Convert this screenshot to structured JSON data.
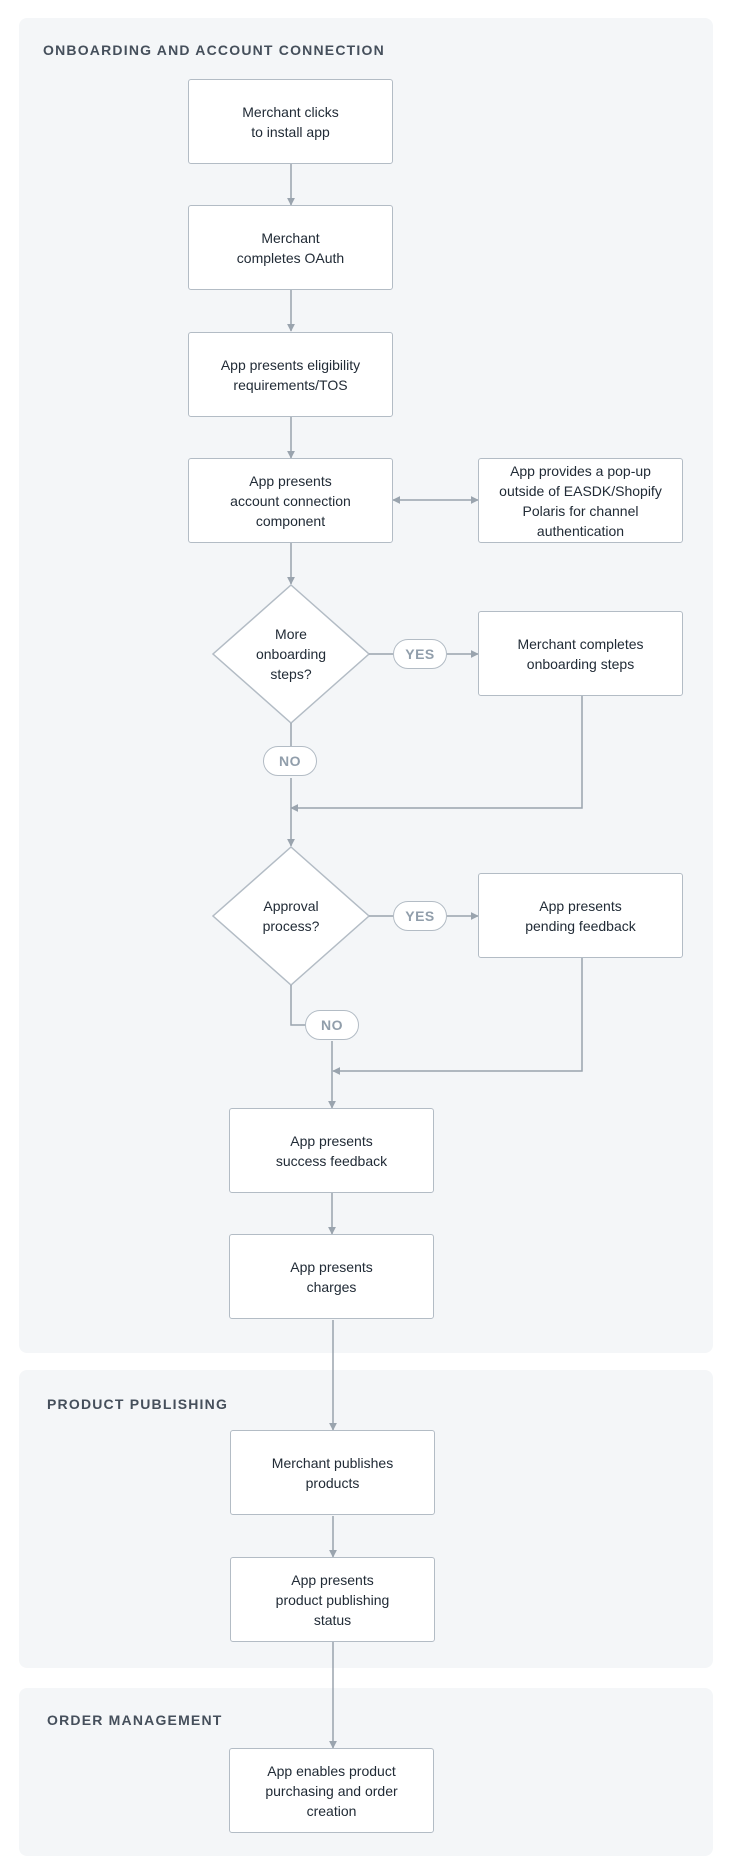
{
  "sections": {
    "onboarding": "ONBOARDING AND ACCOUNT CONNECTION",
    "publishing": "PRODUCT PUBLISHING",
    "orders": "ORDER MANAGEMENT"
  },
  "nodes": {
    "install": "Merchant clicks\nto install app",
    "oauth": "Merchant\ncompletes OAuth",
    "eligibility": "App presents eligibility\nrequirements/TOS",
    "account_connection": "App presents\naccount connection\ncomponent",
    "popup": "App provides a pop-up\noutside of EASDK/Shopify\nPolaris for channel\nauthentication",
    "more_steps": "More\nonboarding\nsteps?",
    "complete_steps": "Merchant completes\nonboarding steps",
    "approval": "Approval\nprocess?",
    "pending": "App presents\npending feedback",
    "success": "App presents\nsuccess feedback",
    "charges": "App presents\ncharges",
    "publishes": "Merchant publishes\nproducts",
    "publishing_status": "App presents\nproduct publishing\nstatus",
    "enables_purchasing": "App enables product\npurchasing and order\ncreation"
  },
  "labels": {
    "yes_1": "YES",
    "no_1": "NO",
    "yes_2": "YES",
    "no_2": "NO"
  },
  "colors": {
    "section_bg": "#f4f6f8",
    "border": "#b3bcc5",
    "line": "#9aa4ae",
    "text": "#212b36",
    "title": "#454f5b",
    "pill_text": "#919eab"
  }
}
